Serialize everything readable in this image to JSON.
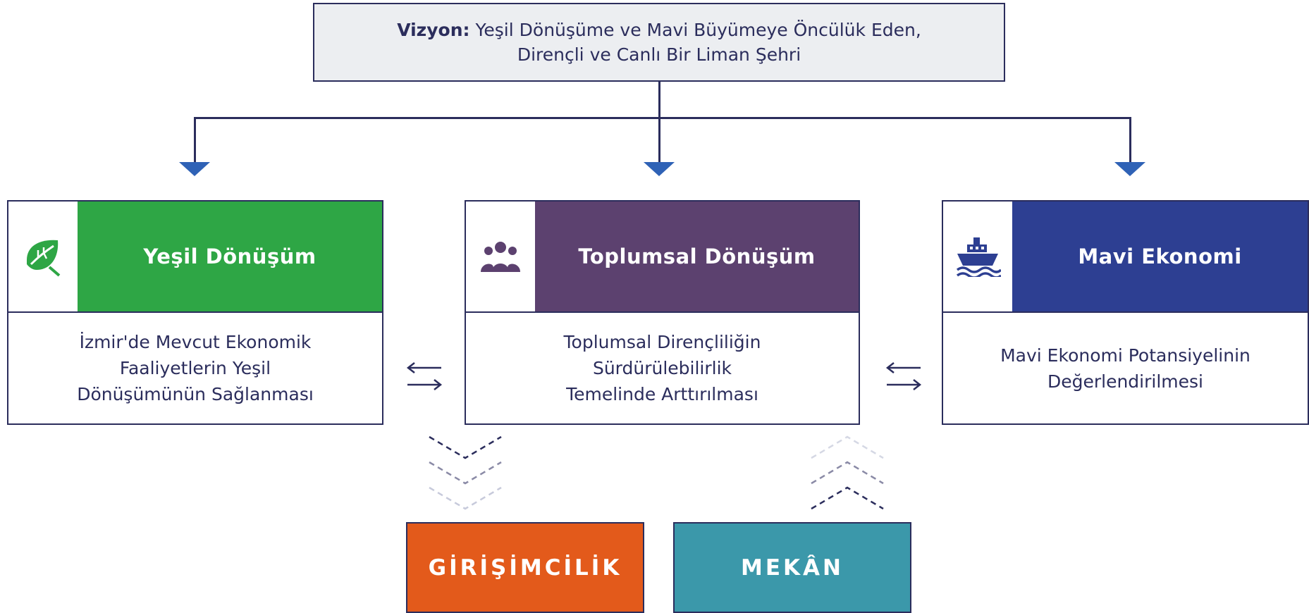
{
  "vision": {
    "label": "Vizyon:",
    "line1": "Yeşil Dönüşüme ve Mavi Büyümeye Öncülük Eden,",
    "line2": "Dirençli ve Canlı Bir Liman Şehri"
  },
  "cards": [
    {
      "title": "Yeşil Dönüşüm",
      "icon": "leaf-icon",
      "color": "#2ea645",
      "desc": [
        "İzmir'de Mevcut Ekonomik",
        "Faaliyetlerin Yeşil",
        "Dönüşümünün Sağlanması"
      ]
    },
    {
      "title": "Toplumsal Dönüşüm",
      "icon": "people-icon",
      "color": "#5c416f",
      "desc": [
        "Toplumsal Dirençliliğin",
        "Sürdürülebilirlik",
        "Temelinde Arttırılması"
      ]
    },
    {
      "title": "Mavi Ekonomi",
      "icon": "ship-icon",
      "color": "#2d3f92",
      "desc": [
        "Mavi Ekonomi Potansiyelinin",
        "Değerlendirilmesi"
      ]
    }
  ],
  "bottom": [
    {
      "label": "GİRİŞİMCİLİK",
      "color": "#e35a1b"
    },
    {
      "label": "MEKÂN",
      "color": "#3b98aa"
    }
  ],
  "colors": {
    "line": "#2b2d5c",
    "arrowhead": "#2f62b6"
  }
}
